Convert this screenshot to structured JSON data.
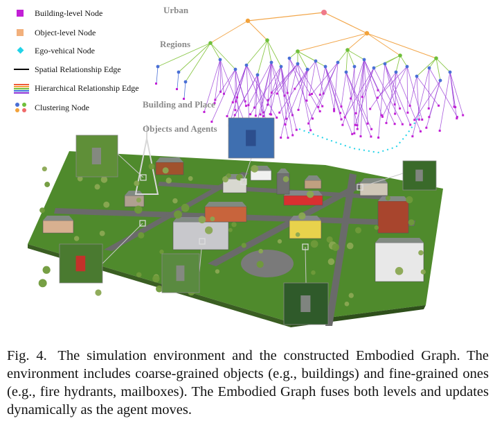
{
  "legend": {
    "items": [
      {
        "label": "Building-level Node",
        "icon": "building-node-icon",
        "color": "#c21fd6"
      },
      {
        "label": "Object-level Node",
        "icon": "object-node-icon",
        "color": "#f2b07c"
      },
      {
        "label": "Ego-vehical Node",
        "icon": "ego-node-icon",
        "color": "#22d3e8"
      },
      {
        "label": "Spatial Relationship Edge",
        "icon": "spatial-edge-icon",
        "color": "#000000"
      },
      {
        "label": "Hierarchical Relationship Edge",
        "icon": "hierarchical-edge-icon",
        "colors": [
          "#ef5a3a",
          "#f2a23a",
          "#6fbf3a",
          "#3a6fd8",
          "#8b2fd6"
        ]
      },
      {
        "label": "Clustering Node",
        "icon": "clustering-node-icon",
        "colors": [
          "#4a6fd6",
          "#f2a23a",
          "#6fbf3a",
          "#ef6a6a"
        ]
      }
    ]
  },
  "levels": [
    "Urban",
    "Regions",
    "Building and Place",
    "Objects and Agents"
  ],
  "colors": {
    "urban_edge": "#f2a64a",
    "region_edge": "#8cc84b",
    "building_edge": "#4a6fd6",
    "object_edge": "#9b3fd8",
    "root_node": "#ef7a8a",
    "ego_trail": "#22d3e8",
    "grass": "#4f8a2c",
    "road": "#6a6a6a"
  },
  "caption": {
    "label": "Fig. 4.",
    "text": "The simulation environment and the constructed Embodied Graph. The environment includes coarse-grained objects (e.g., buildings) and fine-grained ones (e.g., fire hydrants, mailboxes). The Embodied Graph fuses both levels and updates dynamically as the agent moves."
  }
}
